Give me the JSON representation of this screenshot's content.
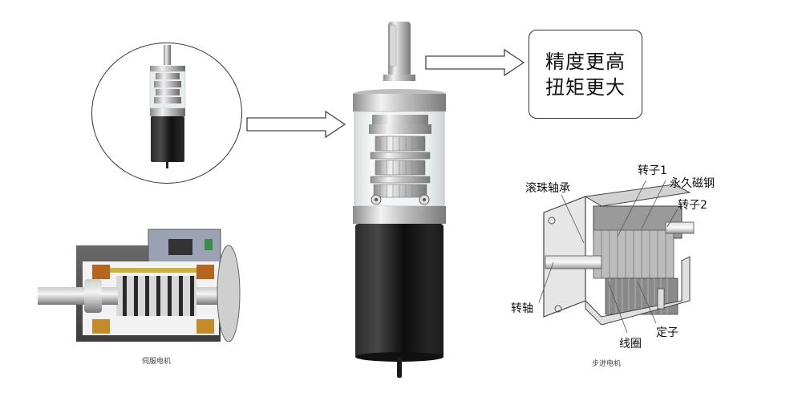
{
  "callout": {
    "line1": "精度更高",
    "line2": "扭矩更大"
  },
  "servo_motor": {
    "caption": "伺服电机"
  },
  "stepper_motor": {
    "caption": "步进电机",
    "labels": {
      "rotor1": "转子1",
      "permanent_magnet": "永久磁钢",
      "ball_bearing": "滚珠轴承",
      "rotor2": "转子2",
      "shaft": "转轴",
      "stator": "定子",
      "coil": "线圈"
    }
  },
  "colors": {
    "outline": "#333333",
    "motor_black": "#1a1a1a",
    "metal": "#b8b8b8",
    "background": "#ffffff"
  }
}
